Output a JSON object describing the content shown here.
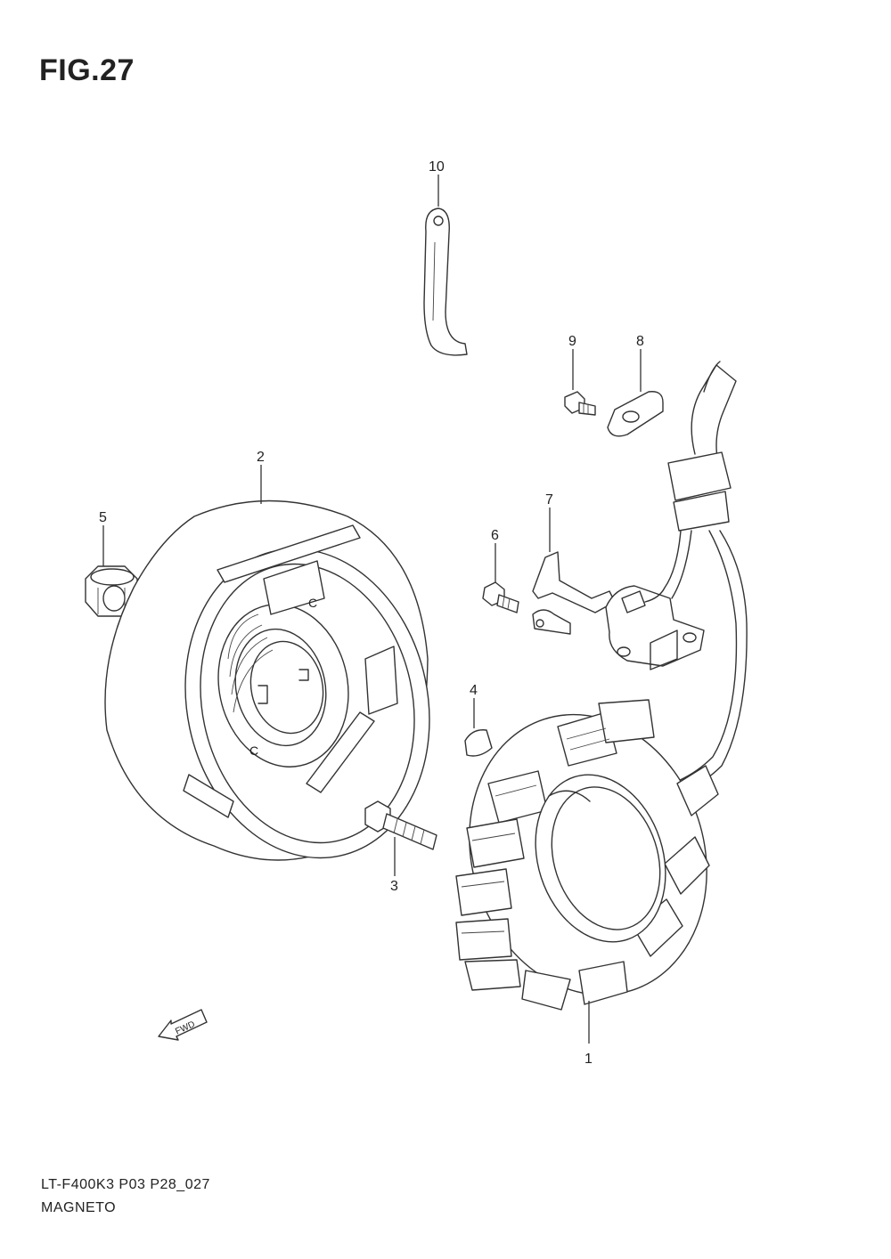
{
  "figure": {
    "title": "FIG.27",
    "model_code": "LT-F400K3 P03 P28_027",
    "section_name": "MAGNETO",
    "direction_label": "FWD"
  },
  "callouts": [
    {
      "id": "part-1",
      "label": "1"
    },
    {
      "id": "part-2",
      "label": "2"
    },
    {
      "id": "part-3",
      "label": "3"
    },
    {
      "id": "part-4",
      "label": "4"
    },
    {
      "id": "part-5",
      "label": "5"
    },
    {
      "id": "part-6",
      "label": "6"
    },
    {
      "id": "part-7",
      "label": "7"
    },
    {
      "id": "part-8",
      "label": "8"
    },
    {
      "id": "part-9",
      "label": "9"
    },
    {
      "id": "part-10",
      "label": "10"
    }
  ]
}
